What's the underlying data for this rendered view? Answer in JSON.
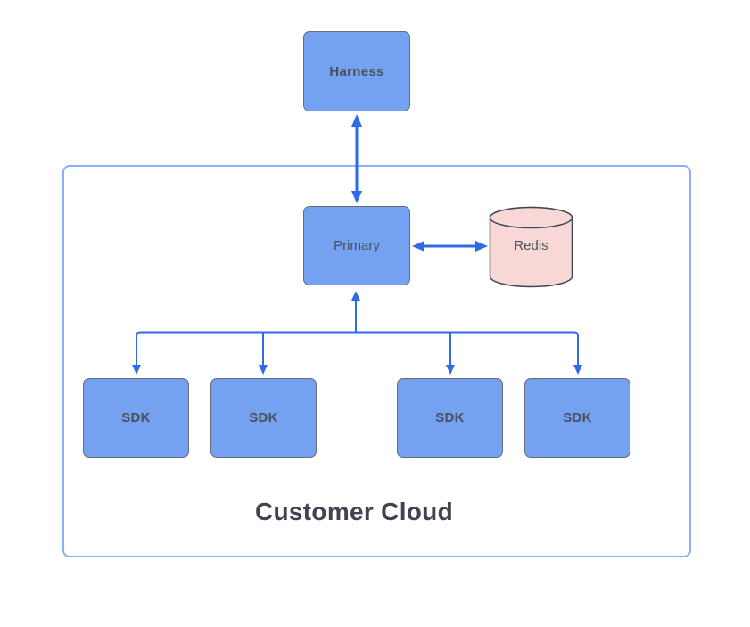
{
  "diagram": {
    "group": {
      "title": "Customer Cloud"
    },
    "nodes": {
      "harness": {
        "label": "Harness",
        "shape": "rectangle"
      },
      "primary": {
        "label": "Primary",
        "shape": "rectangle"
      },
      "redis": {
        "label": "Redis",
        "shape": "cylinder"
      },
      "sdks": [
        {
          "label": "SDK"
        },
        {
          "label": "SDK"
        },
        {
          "label": "SDK"
        },
        {
          "label": "SDK"
        }
      ]
    },
    "edges": [
      {
        "from": "harness",
        "to": "primary",
        "arrows": "both"
      },
      {
        "from": "primary",
        "to": "redis",
        "arrows": "both"
      },
      {
        "from": "primary",
        "to": "sdks",
        "arrows": "fan-out; arrowheads point down into each SDK and up into Primary"
      }
    ],
    "colors": {
      "node_fill": "#74a1f0",
      "node_border": "#666d78",
      "node_text": "#4a505a",
      "cylinder_fill": "#f8d7d7",
      "cylinder_border": "#3e4757",
      "arrow": "#2f6be6",
      "group_border": "#8bb0f8",
      "group_title": "#3f4450"
    }
  }
}
